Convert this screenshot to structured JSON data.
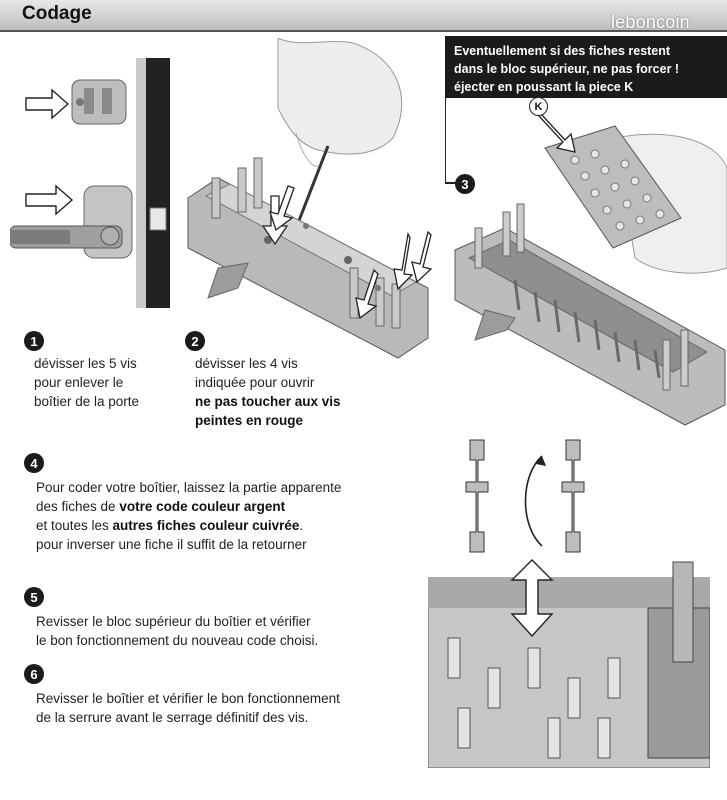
{
  "header": {
    "title": "Codage",
    "watermark": "leboncoin"
  },
  "notice": {
    "lines": [
      "Eventuellement si des fiches restent",
      "dans le bloc supérieur, ne pas forcer !",
      "éjecter en poussant la piece K"
    ],
    "badge": "3",
    "part_label": "K"
  },
  "steps": [
    {
      "number": "1",
      "lines": [
        "dévisser les 5 vis",
        "pour enlever le",
        "boîtier de la porte"
      ]
    },
    {
      "number": "2",
      "lines": [
        "dévisser les 4 vis",
        "indiquée pour ouvrir"
      ],
      "bold_lines": [
        "ne pas toucher aux vis",
        "peintes en rouge"
      ]
    },
    {
      "number": "4",
      "line1": "Pour coder votre boîtier, laissez la partie apparente",
      "line2_pre": "des fiches de ",
      "line2_bold": "votre code couleur argent",
      "line3_pre": "et toutes les ",
      "line3_bold": "autres fiches couleur cuivrée",
      "line3_post": ".",
      "line4": "pour inverser une fiche il suffit de la retourner"
    },
    {
      "number": "5",
      "lines": [
        "Revisser le bloc supérieur du boîtier et vérifier",
        "le bon fonctionnement du nouveau code choisi."
      ]
    },
    {
      "number": "6",
      "lines": [
        "Revisser le boîtier et vérifier le bon fonctionnement",
        "de la serrure avant le serrage définitif des vis."
      ]
    }
  ]
}
